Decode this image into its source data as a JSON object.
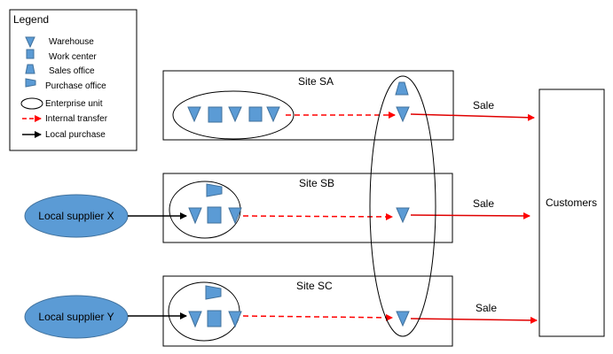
{
  "legend": {
    "title": "Legend",
    "items": [
      {
        "label": "Warehouse",
        "icon": "warehouse-icon"
      },
      {
        "label": "Work center",
        "icon": "work-center-icon"
      },
      {
        "label": "Sales office",
        "icon": "sales-office-icon"
      },
      {
        "label": "Purchase  office",
        "icon": "purchase-office-icon"
      },
      {
        "label": "Enterprise unit",
        "icon": "enterprise-unit-icon"
      },
      {
        "label": "Internal transfer",
        "icon": "internal-transfer-icon"
      },
      {
        "label": "Local purchase",
        "icon": "local-purchase-icon"
      }
    ]
  },
  "sites": [
    {
      "label": "Site SA",
      "sale_label": "Sale"
    },
    {
      "label": "Site SB",
      "sale_label": "Sale",
      "supplier": "Local supplier X"
    },
    {
      "label": "Site SC",
      "sale_label": "Sale",
      "supplier": "Local supplier Y"
    }
  ],
  "customers_label": "Customers",
  "colors": {
    "shape_fill": "#5B9BD5",
    "shape_stroke": "#41719C",
    "transfer": "#FF0000",
    "sale": "#E00000",
    "purchase": "#000000",
    "outline": "#000000"
  }
}
